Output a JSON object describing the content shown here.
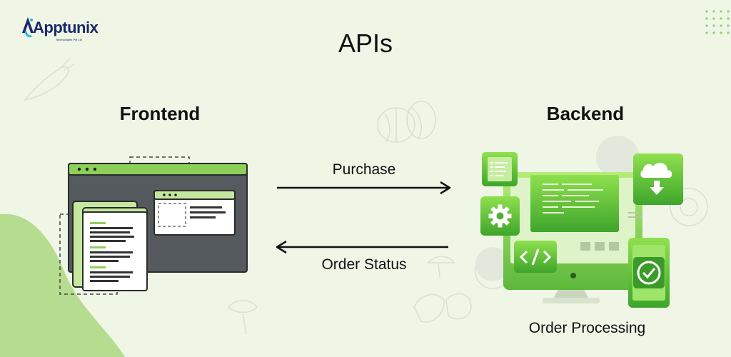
{
  "brand": {
    "name": "Apptunix",
    "tagline": "Technologies Pvt Ltd"
  },
  "diagram": {
    "title": "APIs",
    "frontend": {
      "label": "Frontend"
    },
    "backend": {
      "label": "Backend",
      "caption": "Order Processing"
    },
    "flows": [
      {
        "label": "Purchase",
        "direction": "frontend-to-backend"
      },
      {
        "label": "Order Status",
        "direction": "backend-to-frontend"
      }
    ]
  },
  "colors": {
    "background": "#eff6e6",
    "accent_green": "#6cc24a",
    "light_green": "#c4e89e",
    "screen_dark": "#555a5e",
    "logo_blue": "#1b2a6b"
  },
  "icons": {
    "frontend": "browser-window-icon",
    "backend": "server-monitor-icon",
    "gear": "gear-icon",
    "cloud": "cloud-download-icon",
    "code": "code-icon",
    "check": "checkmark-icon",
    "document": "document-icon"
  }
}
